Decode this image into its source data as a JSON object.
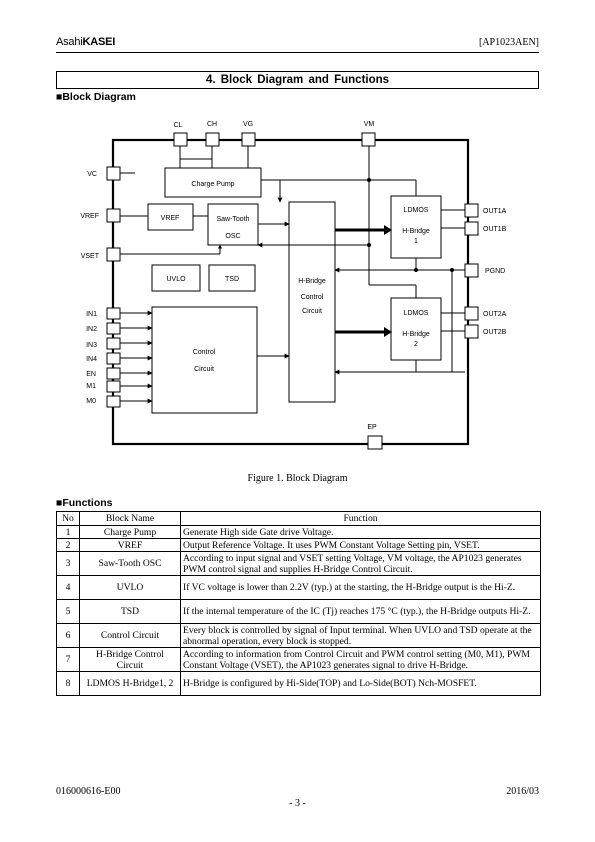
{
  "header": {
    "logo_asahi": "Asahi",
    "logo_kasei": "KASEI",
    "doc_id": "[AP1023AEN]"
  },
  "section": {
    "title": "4.   Block  Diagram  and  Functions",
    "block_diagram_heading": "■Block  Diagram",
    "functions_heading": "■Functions"
  },
  "diagram": {
    "pins_top": [
      "CL",
      "CH",
      "VG",
      "VM"
    ],
    "pins_left": [
      "VC",
      "VREF",
      "VSET",
      "IN1",
      "IN2",
      "IN3",
      "IN4",
      "EN",
      "M1",
      "M0"
    ],
    "pins_right": [
      "OUT1A",
      "OUT1B",
      "PGND",
      "OUT2A",
      "OUT2B"
    ],
    "pin_bottom": "EP",
    "blocks": {
      "charge_pump": "Charge Pump",
      "vref": "VREF",
      "sawtooth_l1": "Saw-Tooth",
      "sawtooth_l2": "OSC",
      "uvlo": "UVLO",
      "tsd": "TSD",
      "control_l1": "Control",
      "control_l2": "Circuit",
      "hb_ctrl_l1": "H-Bridge",
      "hb_ctrl_l2": "Control",
      "hb_ctrl_l3": "Circuit",
      "ldmos1_l1": "LDMOS",
      "ldmos1_l2": "H-Bridge",
      "ldmos1_l3": "1",
      "ldmos2_l1": "LDMOS",
      "ldmos2_l2": "H-Bridge",
      "ldmos2_l3": "2"
    },
    "caption": "Figure 1. Block Diagram"
  },
  "functions_table": {
    "headers": [
      "No",
      "Block Name",
      "Function"
    ],
    "rows": [
      {
        "no": "1",
        "name": "Charge Pump",
        "function": "Generate High side Gate drive Voltage."
      },
      {
        "no": "2",
        "name": "VREF",
        "function": "Output Reference Voltage. It uses PWM Constant Voltage Setting pin, VSET."
      },
      {
        "no": "3",
        "name": "Saw-Tooth OSC",
        "function": "According to input signal and VSET setting Voltage, VM voltage, the AP1023 generates PWM control signal and supplies H-Bridge Control Circuit."
      },
      {
        "no": "4",
        "name": "UVLO",
        "function": "If VC voltage is lower than 2.2V (typ.) at the starting, the H-Bridge output is the Hi-Z."
      },
      {
        "no": "5",
        "name": "TSD",
        "function": "If the internal temperature of the IC (Tj) reaches 175 °C (typ.), the H-Bridge outputs Hi-Z."
      },
      {
        "no": "6",
        "name": "Control Circuit",
        "function": "Every block is controlled by signal of Input terminal. When UVLO and TSD operate at the abnormal operation, every block is stopped."
      },
      {
        "no": "7",
        "name": "H-Bridge Control Circuit",
        "function": "According to information from Control Circuit and PWM control setting (M0, M1), PWM Constant Voltage (VSET), the AP1023 generates signal to drive H-Bridge."
      },
      {
        "no": "8",
        "name": "LDMOS H-Bridge1, 2",
        "function": "H-Bridge is configured by Hi-Side(TOP) and Lo-Side(BOT) Nch-MOSFET."
      }
    ]
  },
  "footer": {
    "doc_number": "016000616-E00",
    "date": "2016/03",
    "page": "- 3 -"
  }
}
